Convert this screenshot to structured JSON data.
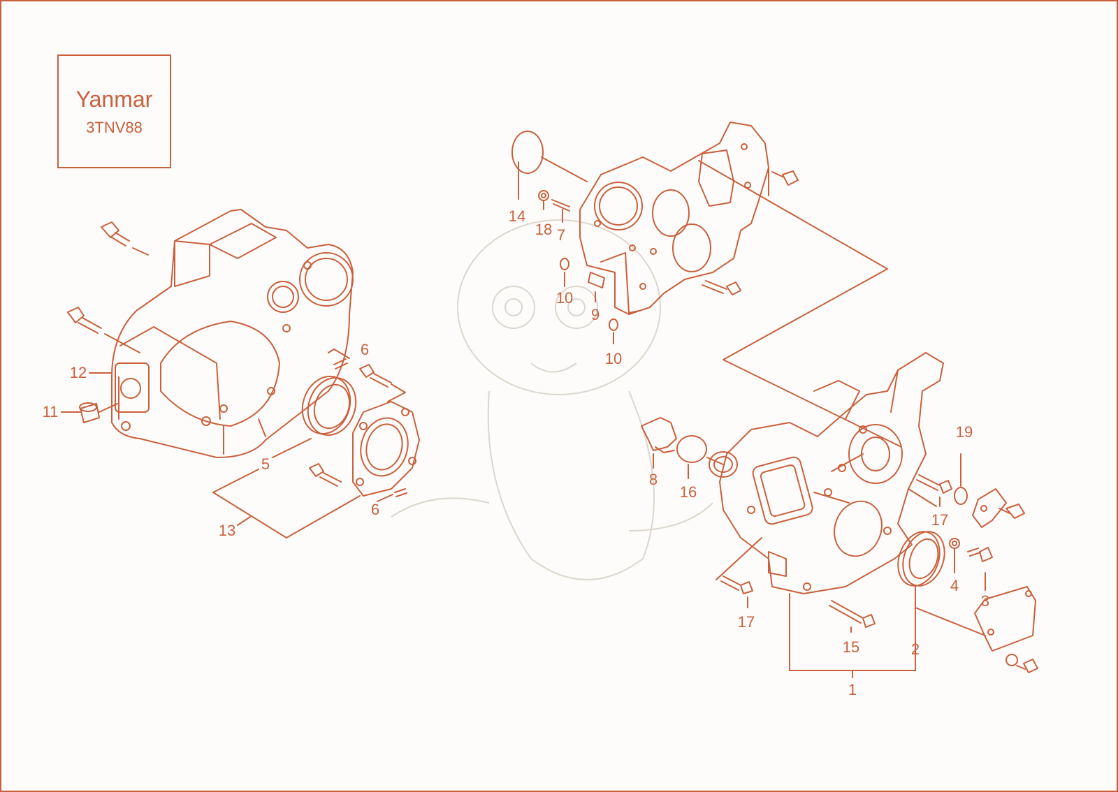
{
  "title_block": {
    "brand": "Yanmar",
    "model": "3TNV88"
  },
  "colors": {
    "line": "#c8603d",
    "background": "#fdfcfa",
    "watermark": "#d9d4cc"
  },
  "callouts": [
    {
      "id": "c1",
      "text": "1"
    },
    {
      "id": "c2",
      "text": "2"
    },
    {
      "id": "c3",
      "text": "3"
    },
    {
      "id": "c4",
      "text": "4"
    },
    {
      "id": "c5",
      "text": "5"
    },
    {
      "id": "c6a",
      "text": "6"
    },
    {
      "id": "c6b",
      "text": "6"
    },
    {
      "id": "c7",
      "text": "7"
    },
    {
      "id": "c8",
      "text": "8"
    },
    {
      "id": "c9",
      "text": "9"
    },
    {
      "id": "c10a",
      "text": "10"
    },
    {
      "id": "c10b",
      "text": "10"
    },
    {
      "id": "c11",
      "text": "11"
    },
    {
      "id": "c12",
      "text": "12"
    },
    {
      "id": "c13",
      "text": "13"
    },
    {
      "id": "c14",
      "text": "14"
    },
    {
      "id": "c15",
      "text": "15"
    },
    {
      "id": "c16",
      "text": "16"
    },
    {
      "id": "c17a",
      "text": "17"
    },
    {
      "id": "c17b",
      "text": "17"
    },
    {
      "id": "c18",
      "text": "18"
    },
    {
      "id": "c19",
      "text": "19"
    }
  ]
}
